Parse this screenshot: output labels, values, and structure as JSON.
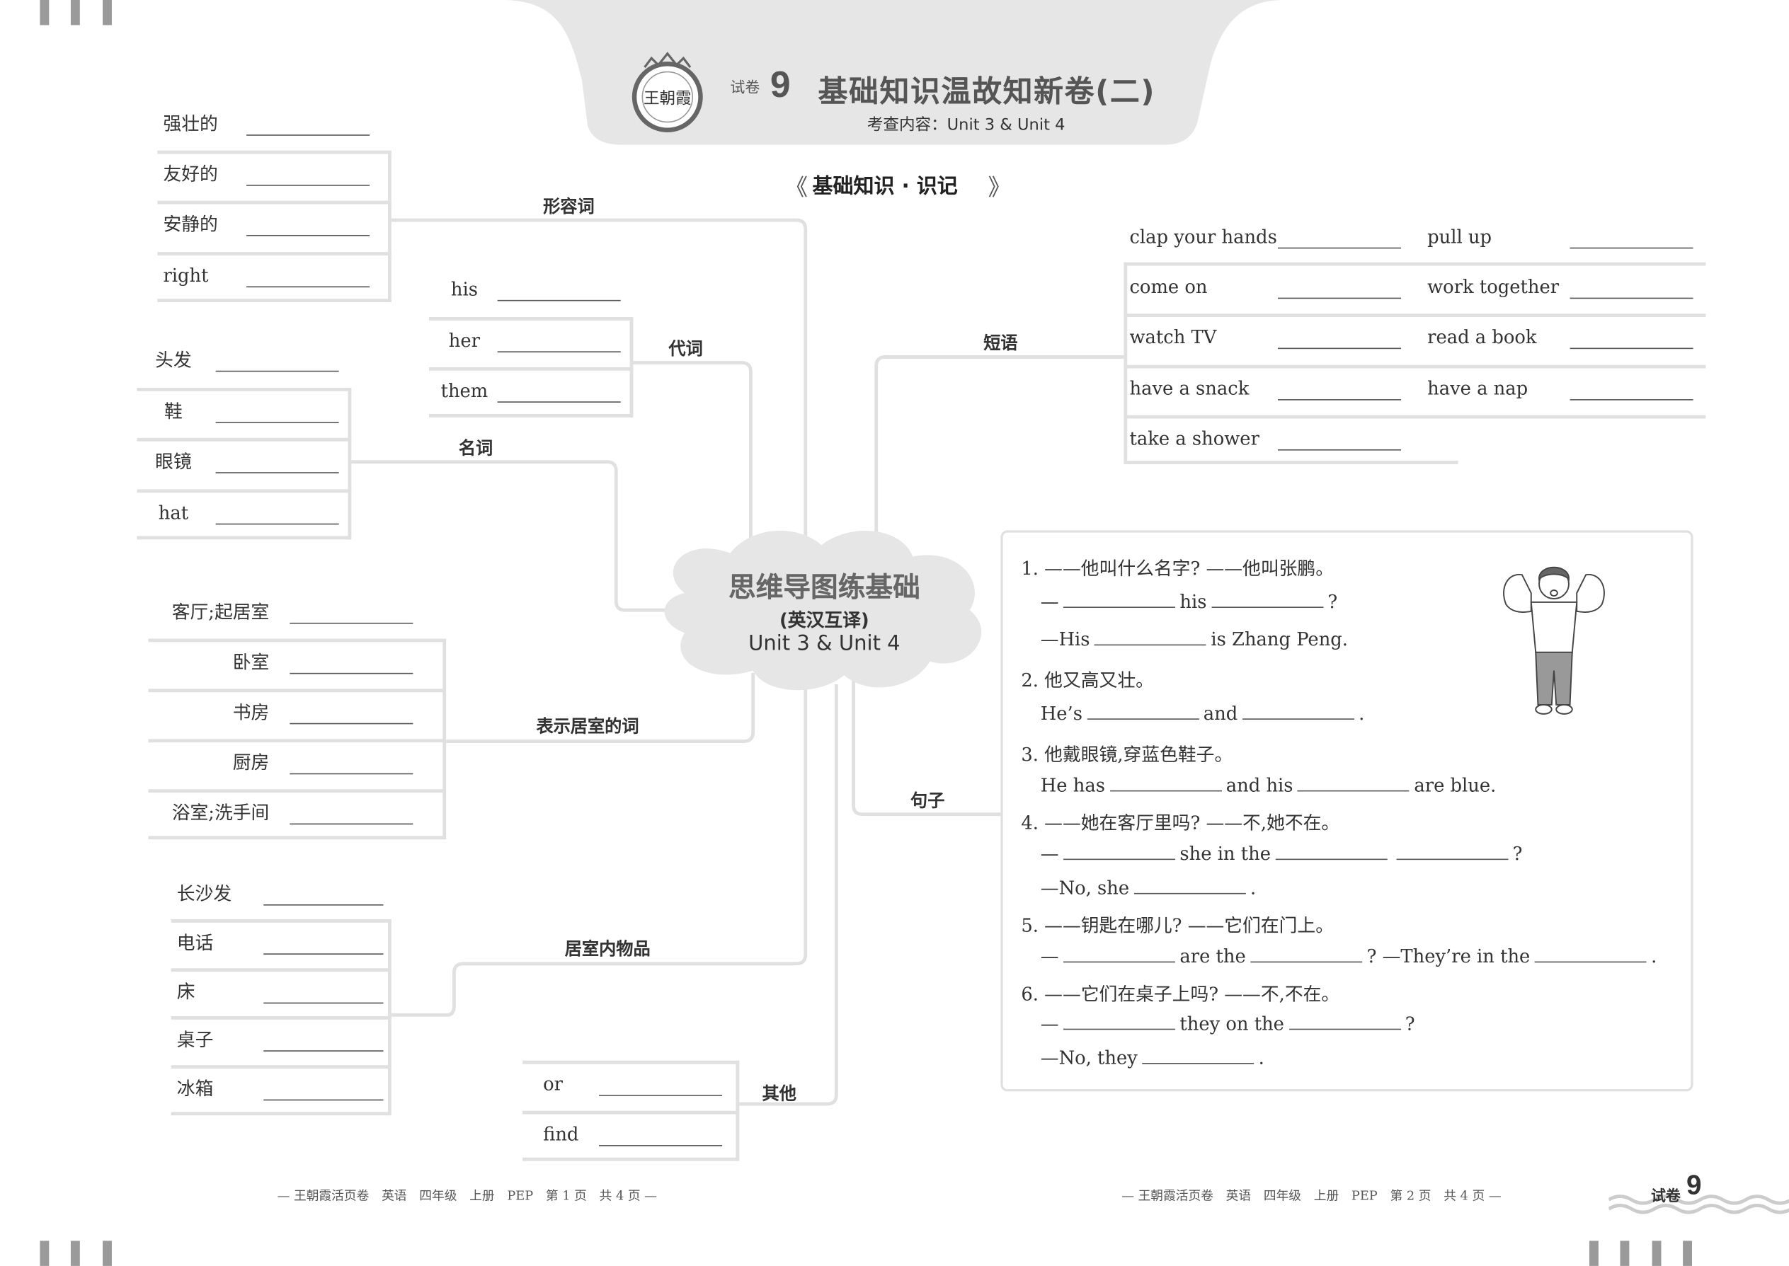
{
  "header": {
    "logo_text": "王朝霞",
    "paper_label": "试卷",
    "paper_number": "9",
    "title": "基础知识温故知新卷(二)",
    "subtitle": "考查内容：Unit 3 & Unit 4",
    "section": "基础知识 · 识记"
  },
  "center": {
    "title": "思维导图练基础",
    "subtitle": "(英汉互译)",
    "units": "Unit 3 & Unit 4"
  },
  "groups": {
    "adjectives": {
      "label": "形容词",
      "items": [
        "强壮的",
        "友好的",
        "安静的",
        "right"
      ]
    },
    "pronouns": {
      "label": "代词",
      "items": [
        "his",
        "her",
        "them"
      ]
    },
    "nouns": {
      "label": "名词",
      "items": [
        "头发",
        "鞋",
        "眼镜",
        "hat"
      ]
    },
    "rooms": {
      "label": "表示居室的词",
      "items": [
        "客厅;起居室",
        "卧室",
        "书房",
        "厨房",
        "浴室;洗手间"
      ]
    },
    "furniture": {
      "label": "居室内物品",
      "items": [
        "长沙发",
        "电话",
        "床",
        "桌子",
        "冰箱"
      ]
    },
    "others": {
      "label": "其他",
      "items": [
        "or",
        "find"
      ]
    }
  },
  "phrases": {
    "label": "短语",
    "items": [
      "clap your hands",
      "pull up",
      "come on",
      "work together",
      "watch TV",
      "read a book",
      "have a snack",
      "have a nap",
      "take a shower"
    ]
  },
  "sentences": {
    "label": "句子",
    "lines": [
      [
        "1. ——他叫什么名字? ——他叫张鹏。"
      ],
      [
        "—",
        "__",
        "his",
        "__",
        "?"
      ],
      [
        "—His",
        "__",
        "is Zhang Peng."
      ],
      [
        "2. 他又高又壮。"
      ],
      [
        "He’s",
        "__",
        "and",
        "__",
        "."
      ],
      [
        "3. 他戴眼镜,穿蓝色鞋子。"
      ],
      [
        "He has",
        "__",
        "and his",
        "__",
        "are blue."
      ],
      [
        "4. ——她在客厅里吗? ——不,她不在。"
      ],
      [
        "—",
        "__",
        "she in the",
        "__",
        "__",
        "?"
      ],
      [
        "—No, she",
        "__",
        "."
      ],
      [
        "5. ——钥匙在哪儿? ——它们在门上。"
      ],
      [
        "—",
        "__",
        "are the",
        "__",
        "? —They’re in the",
        "__",
        "."
      ],
      [
        "6. ——它们在桌子上吗? ——不,不在。"
      ],
      [
        "—",
        "__",
        "they on the",
        "__",
        "?"
      ],
      [
        "—No, they",
        "__",
        "."
      ]
    ]
  },
  "footer": {
    "left": "— 王朝霞活页卷　英语　四年级　上册　PEP　第 1 页　共 4 页 —",
    "right": "— 王朝霞活页卷　英语　四年级　上册　PEP　第 2 页　共 4 页 —",
    "badge_label": "试卷",
    "badge_number": "9"
  },
  "colors": {
    "line": "#e0e0e0",
    "header_bg": "#e6e6e6",
    "title": "#555555"
  }
}
